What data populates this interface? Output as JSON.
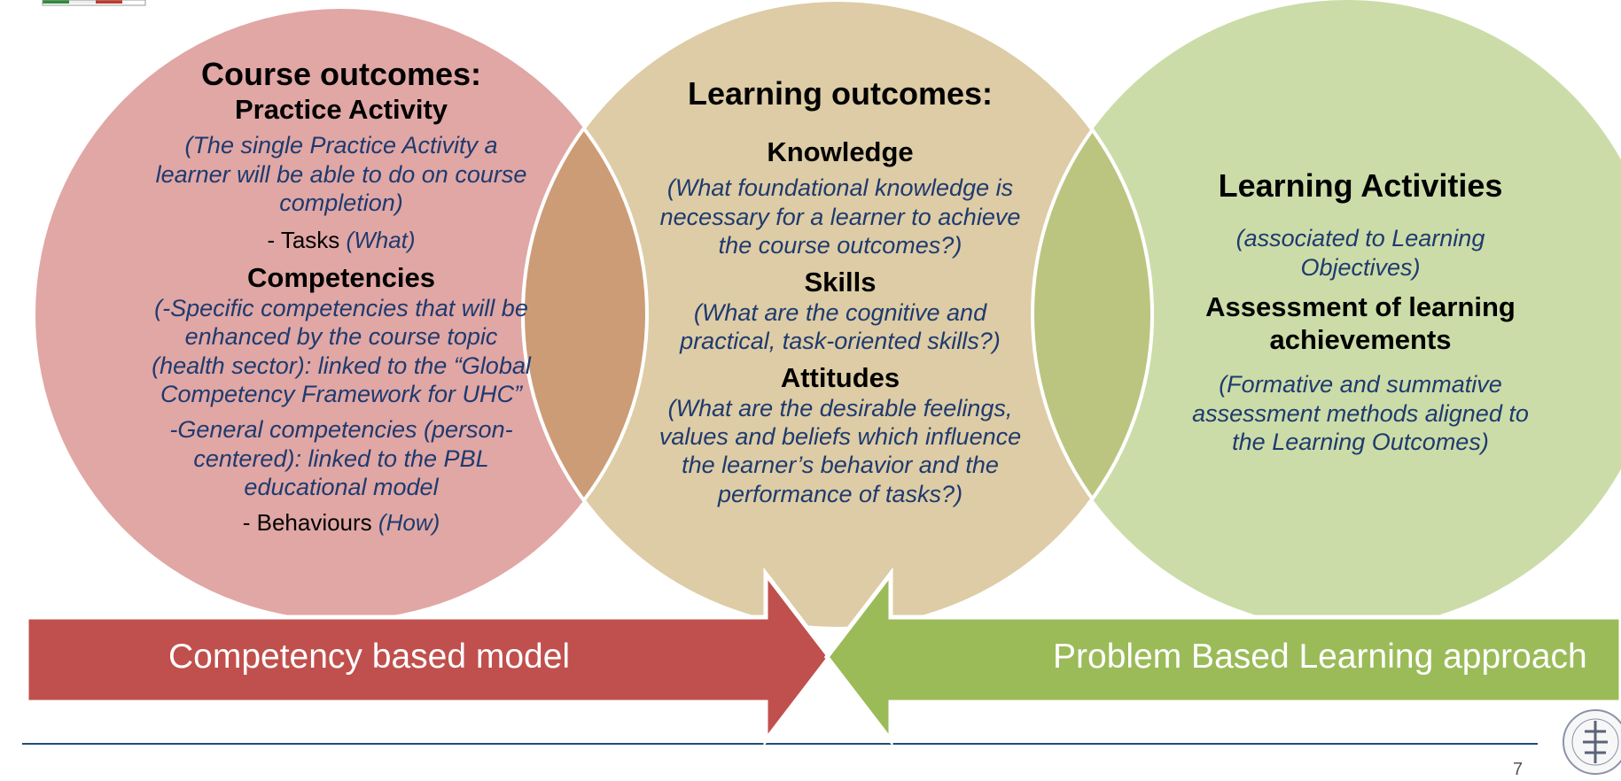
{
  "left_circle": {
    "title": "Course outcomes:",
    "subtitle": "Practice Activity",
    "desc": "(The single Practice Activity a learner will be able to do on course completion)",
    "tasks_label": "- Tasks",
    "tasks_note": "(What)",
    "competencies_title": "Competencies",
    "competencies_specific": "(-Specific competencies that will be enhanced by the course topic (health sector): linked to the “Global Competency Framework for UHC”",
    "competencies_general": "-General competencies (person-centered): linked to the PBL educational model",
    "behaviours_label": "- Behaviours",
    "behaviours_note": "(How)"
  },
  "middle_circle": {
    "title": "Learning outcomes:",
    "knowledge_title": "Knowledge",
    "knowledge_desc": "(What foundational knowledge is necessary for a learner to achieve the course outcomes?)",
    "skills_title": "Skills",
    "skills_desc": "(What are the cognitive and practical, task-oriented skills?)",
    "attitudes_title": "Attitudes",
    "attitudes_desc": "(What are the desirable feelings, values and beliefs which influence the learner’s behavior and the performance of tasks?)"
  },
  "right_circle": {
    "title": "Learning Activities",
    "title_desc": "(associated to Learning Objectives)",
    "assessment_title": "Assessment of learning achievements",
    "assessment_desc": "(Formative and summative assessment methods aligned to the Learning Outcomes)"
  },
  "left_arrow": {
    "label": "Competency based model"
  },
  "right_arrow": {
    "label": "Problem Based Learning approach"
  },
  "page_number": "7",
  "colors": {
    "left_circle": "#e0a7a5",
    "middle_circle": "#ddcca5",
    "right_circle": "#cbdca8",
    "overlap_left": "#cc9c76",
    "overlap_right": "#bbc580",
    "red_arrow": "#c0504d",
    "green_arrow": "#9bbb59",
    "title_text": "#000000",
    "italic_text": "#1f3a6e",
    "footer_line": "#1f4e79"
  },
  "icons": [
    "flag-logo",
    "institute-seal-logo"
  ]
}
